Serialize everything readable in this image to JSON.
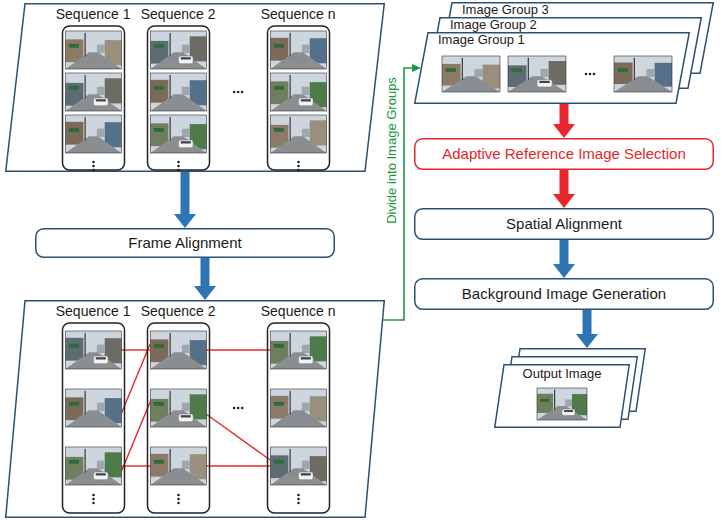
{
  "diagram": {
    "nodes": [
      {
        "text": []
      },
      {
        "text": [
          "Sequence 1"
        ],
        "in": 0
      },
      {
        "text": [
          "Sequence 2"
        ],
        "in": 0
      },
      {
        "text": [
          "Sequence n"
        ],
        "in": 0
      },
      {
        "text": [
          "Frame Alignment"
        ]
      },
      {
        "text": []
      },
      {
        "text": [
          "Sequence 1"
        ],
        "in": 5
      },
      {
        "text": [
          "Sequence 2"
        ],
        "in": 5
      },
      {
        "text": [
          "Sequence n"
        ],
        "in": 5
      },
      {
        "text": [
          "Image Group 3"
        ]
      },
      {
        "text": [
          "Image Group 2"
        ]
      },
      {
        "text": [
          "Image Group 1"
        ]
      },
      {
        "text": [
          "Adaptive Reference Image Selection"
        ]
      },
      {
        "text": [
          "Spatial Alignment"
        ]
      },
      {
        "text": [
          "Background Image Generation"
        ]
      },
      {
        "text": [
          "Output Image"
        ]
      }
    ],
    "edges": [
      {
        "from": 0,
        "to": 4,
        "arrow": "to"
      },
      {
        "from": 4,
        "to": 5,
        "arrow": "to"
      },
      {
        "from": 5,
        "to": 11,
        "label": "Divide into Image Groups",
        "arrow": "to"
      },
      {
        "from": 11,
        "to": 12,
        "arrow": "to"
      },
      {
        "from": 12,
        "to": 13,
        "arrow": "to"
      },
      {
        "from": 13,
        "to": 14,
        "arrow": "to"
      },
      {
        "from": 14,
        "to": 15,
        "arrow": "to"
      }
    ]
  }
}
